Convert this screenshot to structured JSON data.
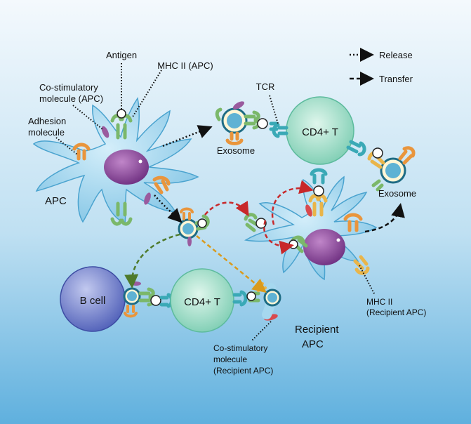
{
  "legend": {
    "release": "Release",
    "transfer": "Transfer"
  },
  "labels": {
    "antigen": "Antigen",
    "mhc2_apc": "MHC II (APC)",
    "costim_apc_line1": "Co-stimulatory",
    "costim_apc_line2": "molecule (APC)",
    "adhesion_line1": "Adhesion",
    "adhesion_line2": "molecule",
    "apc": "APC",
    "tcr": "TCR",
    "exosome_left": "Exosome",
    "exosome_right": "Exosome",
    "cd4_top": "CD4+ T",
    "cd4_bottom": "CD4+ T",
    "b_cell": "B cell",
    "mhc2_recipient_line1": "MHC II",
    "mhc2_recipient_line2": "(Recipient APC)",
    "recipient_line1": "Recipient",
    "recipient_line2": "APC",
    "costim_recipient_line1": "Co-stimulatory",
    "costim_recipient_line2": "molecule",
    "costim_recipient_line3": "(Recipient APC)"
  },
  "colors": {
    "background_top": "#f4f9fd",
    "background_bottom": "#5fb0de",
    "apc_cell": "#a6d8ef",
    "nucleus": "#8e4c9e",
    "cd4_cell": "#a8e2cf",
    "b_cell": "#6d7bc9",
    "mhc2_green": "#7bb86a",
    "costim_purple": "#9a5b9e",
    "adhesion_orange": "#e9953c",
    "tcr_teal": "#3aa9b6",
    "mhc_recipient_gold": "#e9b54a",
    "costim_red": "#d94a4e",
    "arrow_red": "#c8282a",
    "arrow_green": "#4e7a2b",
    "arrow_gold": "#d99a1c"
  },
  "icons": [
    "antigen-icon",
    "mhc-ii-icon",
    "costimulatory-icon",
    "adhesion-icon",
    "tcr-icon",
    "exosome-icon"
  ]
}
